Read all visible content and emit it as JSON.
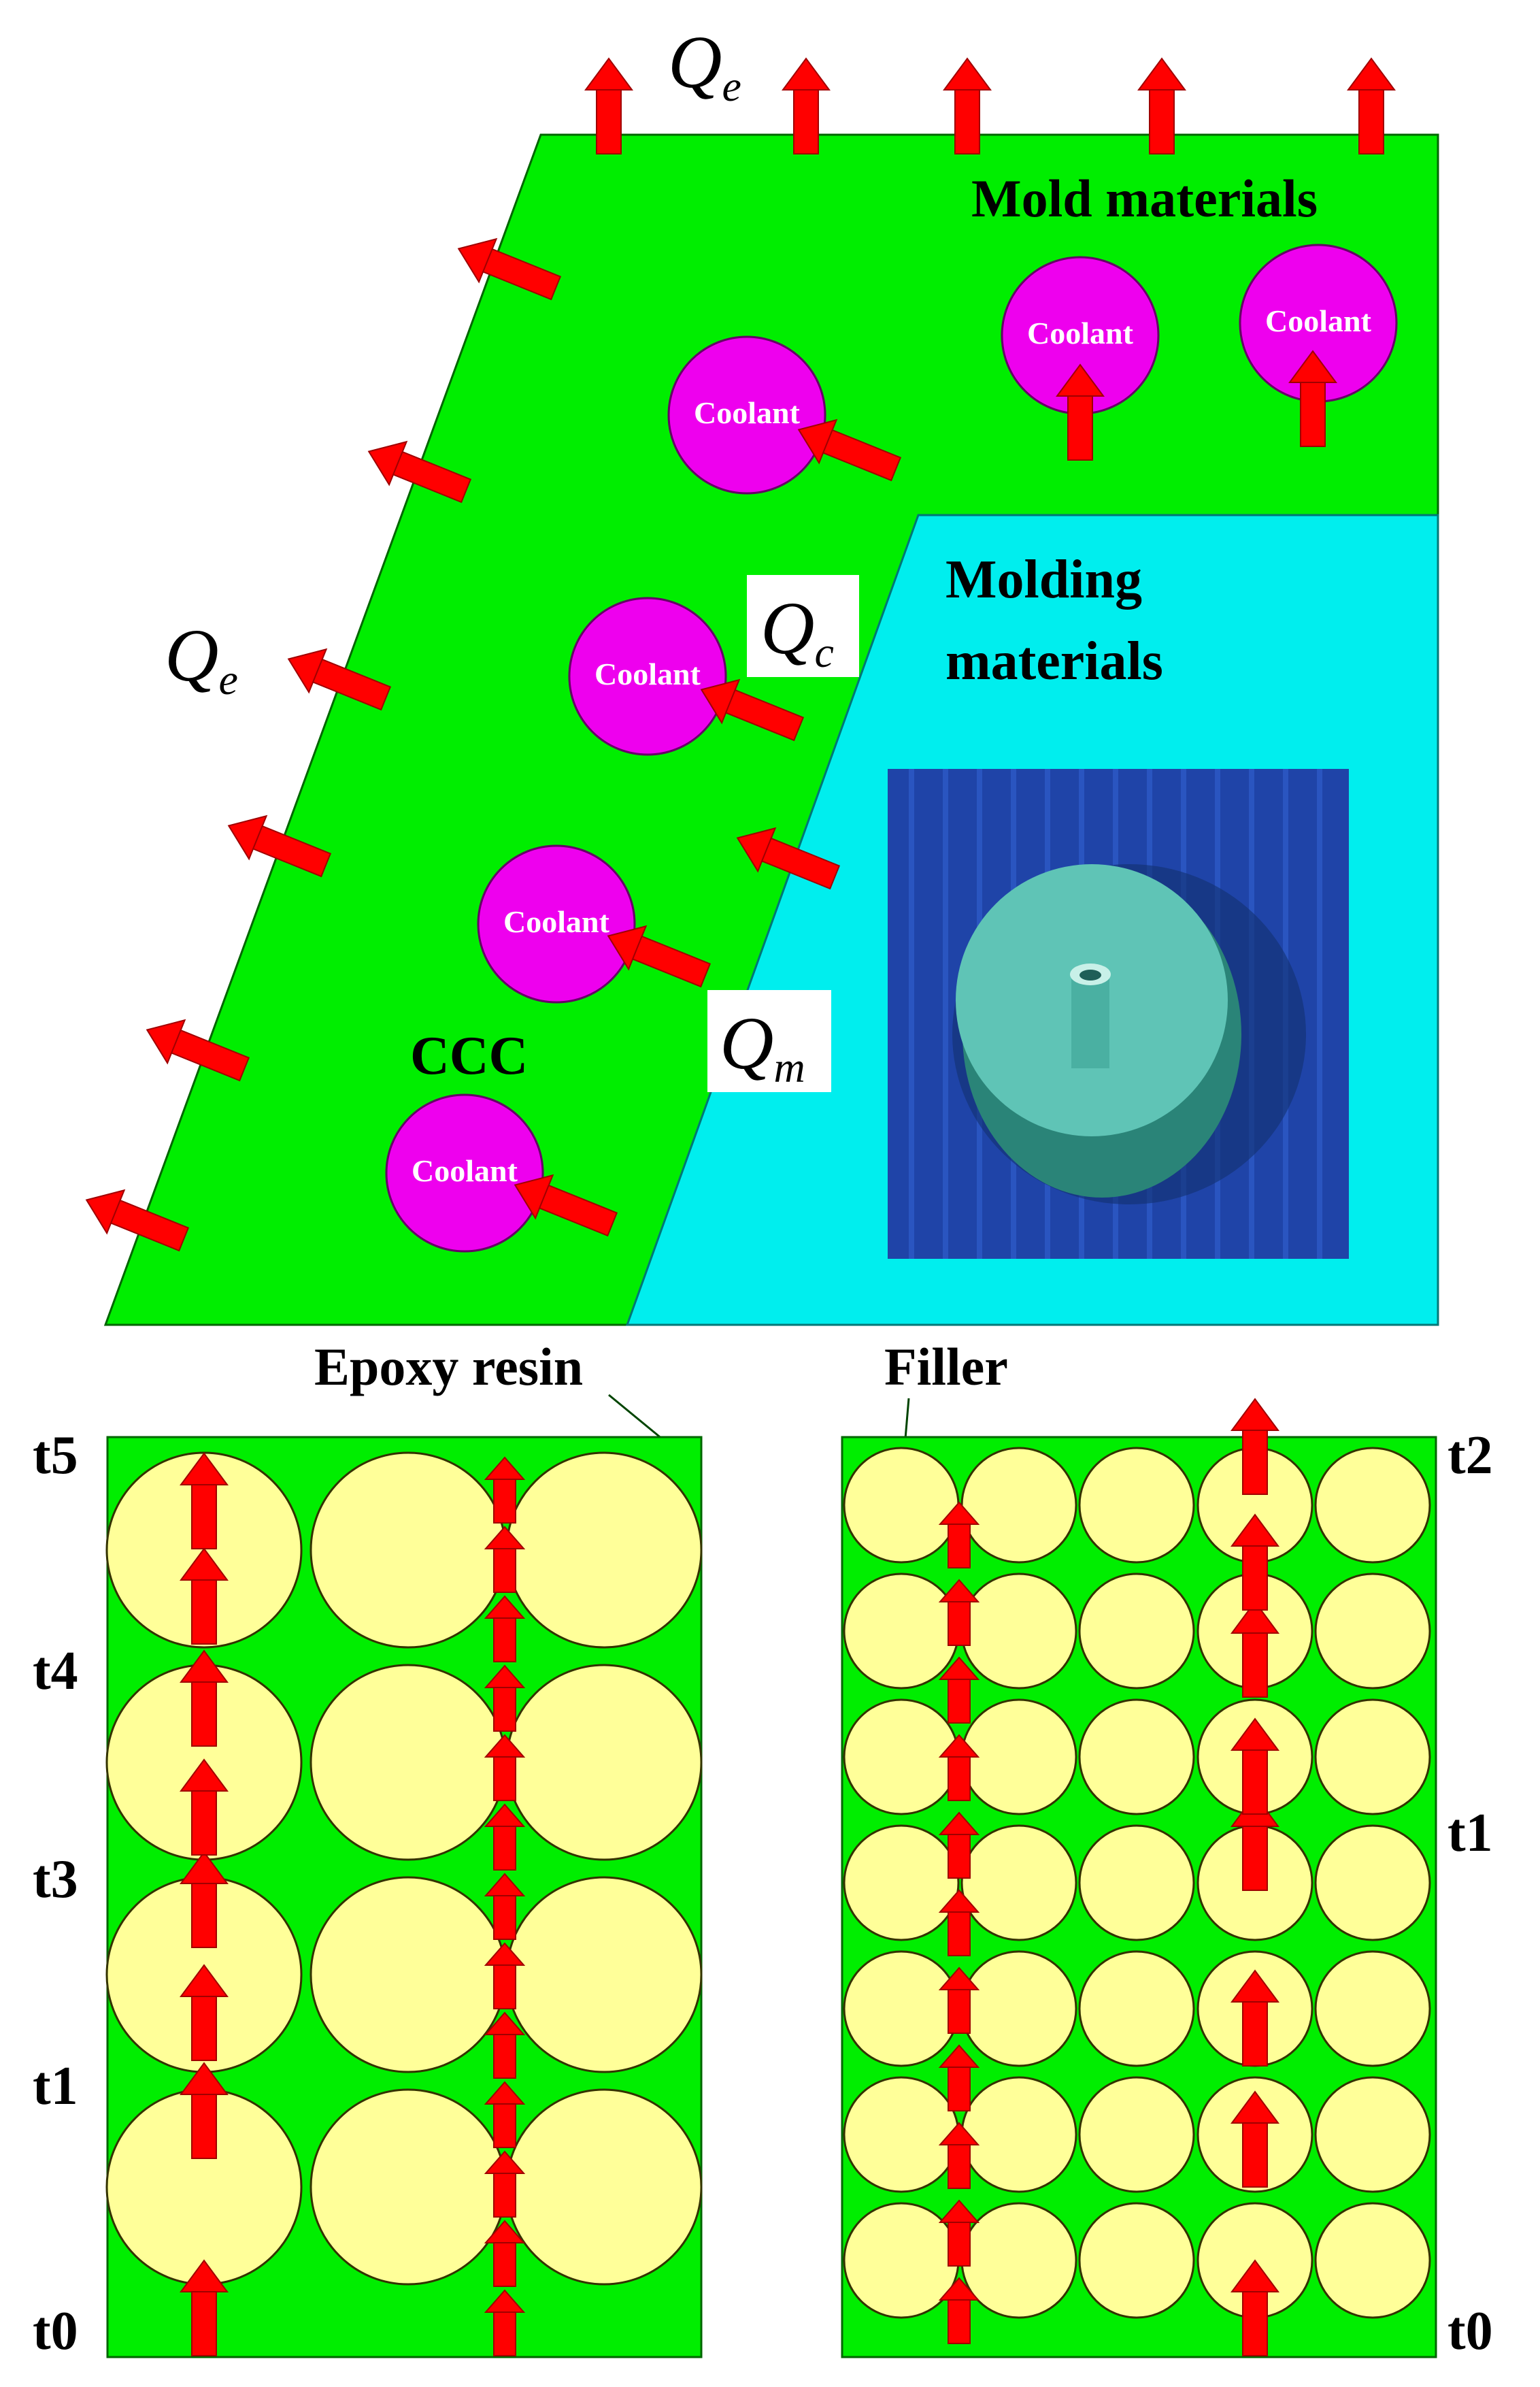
{
  "colors": {
    "mold": "#00ee00",
    "molding": "#00eeee",
    "coolant": "#ee00ee",
    "arrow": "#ff0000",
    "filler": "#ffff99",
    "photo_background": "#1f44a8",
    "part": "#3fa89a"
  },
  "labels": {
    "mold_materials": "Mold materials",
    "molding_line1": "Molding",
    "molding_line2": "materials",
    "ccc": "CCC",
    "coolant": "Coolant",
    "epoxy_resin": "Epoxy resin",
    "filler": "Filler"
  },
  "heat_flux": {
    "qe_top": {
      "symbol": "Q",
      "subscript": "e"
    },
    "qe_left": {
      "symbol": "Q",
      "subscript": "e"
    },
    "qc": {
      "symbol": "Q",
      "subscript": "c"
    },
    "qm": {
      "symbol": "Q",
      "subscript": "m"
    }
  },
  "time_labels": {
    "left_panel": [
      "t5",
      "t4",
      "t3",
      "t1",
      "t0"
    ],
    "right_panel": [
      "t2",
      "t1",
      "t0"
    ]
  },
  "photo": {
    "icon": "molded-part-photo"
  }
}
